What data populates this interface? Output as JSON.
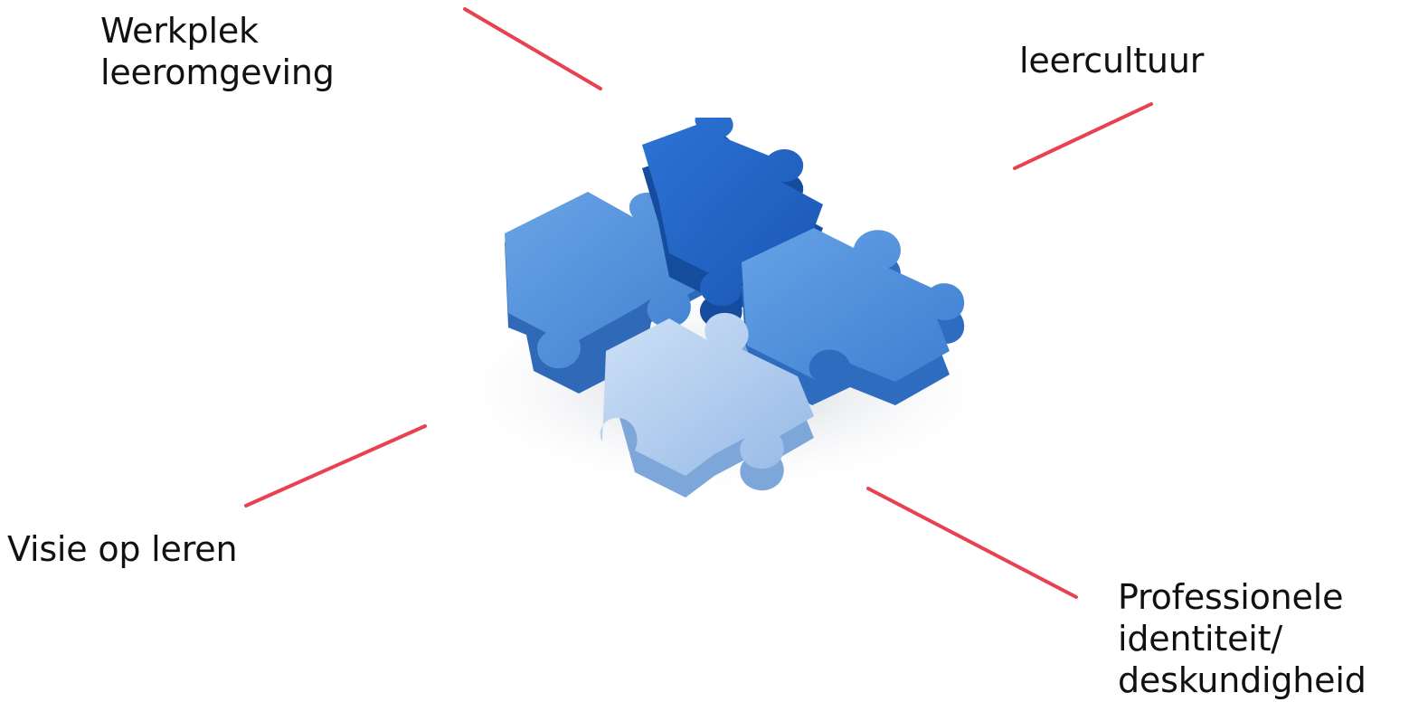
{
  "labels": {
    "werkplek": "Werkplek\nleeromgeving",
    "leercultuur": "leercultuur",
    "visie": "Visie op leren",
    "professionele": "Professionele\nidentiteit/\ndeskundigheid"
  },
  "colors": {
    "connector": "#e8414f",
    "piece_dark": "#1f62c3",
    "piece_mid": "#4a8ad6",
    "piece_right": "#4c8fd9",
    "piece_light": "#a9c8ec"
  },
  "image": {
    "subject": "puzzle-pieces",
    "pieces": 4
  }
}
